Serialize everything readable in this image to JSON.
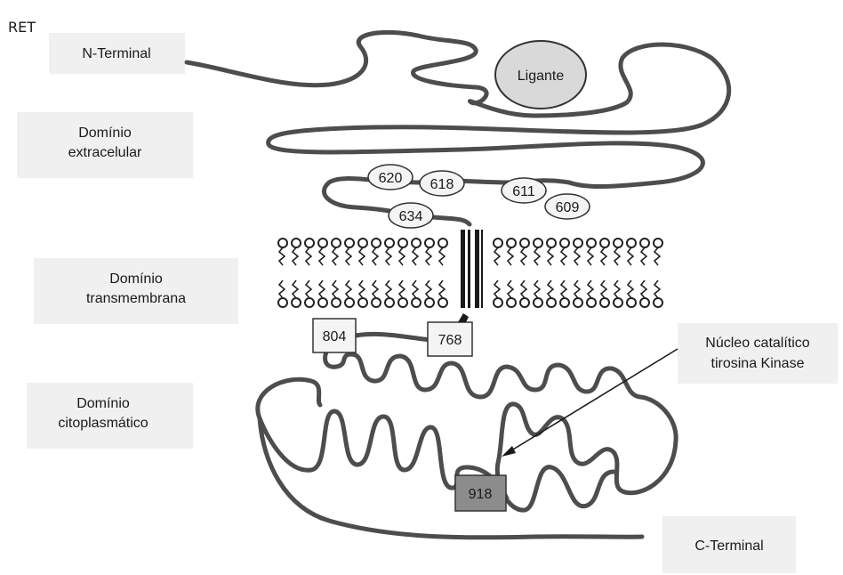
{
  "title": "RET",
  "labels": {
    "n_terminal": "N-Terminal",
    "extracellular_1": "Domínio",
    "extracellular_2": "extracelular",
    "transmembrane_1": "Domínio",
    "transmembrane_2": "transmembrana",
    "cytoplasmic_1": "Domínio",
    "cytoplasmic_2": "citoplasmático",
    "kinase_1": "Núcleo catalítico",
    "kinase_2": "tirosina Kinase",
    "c_terminal": "C-Terminal"
  },
  "ligand": "Ligante",
  "residues_extracellular": [
    "620",
    "618",
    "611",
    "609",
    "634"
  ],
  "residues_intracellular": [
    "804",
    "768",
    "918"
  ],
  "colors": {
    "label_box": "#f0f0f0",
    "chain": "#4d4d4d",
    "ligand_fill": "#d9d9d9",
    "residue_918_fill": "#8c8c8c"
  }
}
